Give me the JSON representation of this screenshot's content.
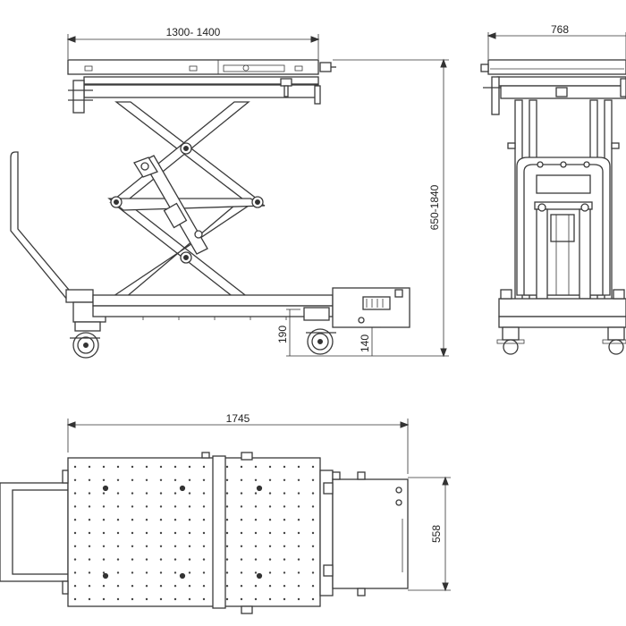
{
  "dimensions": {
    "top_width": "1300- 1400",
    "side_width": "768",
    "height_range": "650-1840",
    "wheel_height": "190",
    "box_height": "140",
    "total_length": "1745",
    "platform_width": "558"
  },
  "colors": {
    "line": "#3a3a3a",
    "background": "#ffffff"
  }
}
